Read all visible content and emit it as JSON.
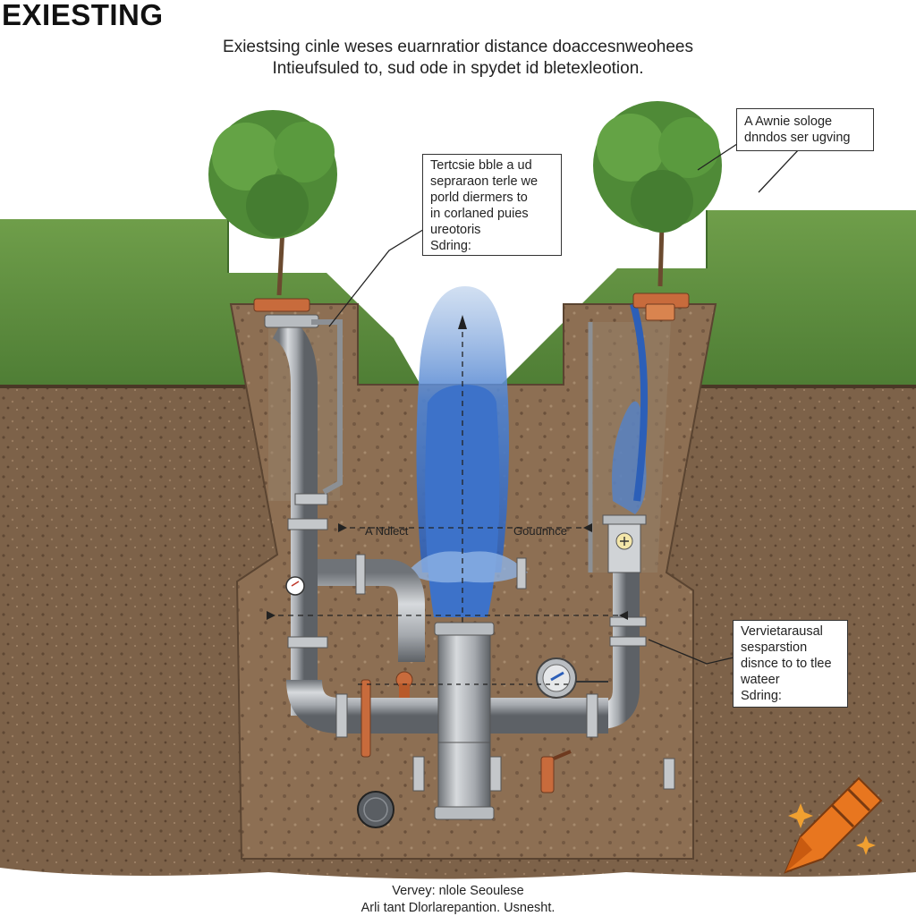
{
  "header": {
    "title": "EXIESTING",
    "subtitle_line1": "Exiestsing cinle weses euarnratior distance doaccesnweohees",
    "subtitle_line2": "Intieufsuled to, sud ode in spydet id bletexleotion."
  },
  "callouts": {
    "center": [
      "Tertcsie bble a ud",
      "sepraraon terle we",
      "porld diermers to",
      "in corlaned puies",
      "ureotoris",
      "Sdring:"
    ],
    "top_right": [
      "A Awnie sologe",
      "dnndos ser ugving"
    ],
    "right": [
      "Vervietarausal",
      "sesparstion",
      "disnce to to tlee",
      "wateer",
      "Sdring:"
    ]
  },
  "dimensions": {
    "left_label": "A Ndlect",
    "right_label": "Gouunnce"
  },
  "footer": {
    "line1": "Vervey: nlole Seoulese",
    "line2": "Arli tant Dlorlarepantion. Usnesht."
  },
  "colors": {
    "grass": "#6f9e4a",
    "soil": "#7a5f45",
    "trench": "#8a6f55",
    "pipe": "#a9adb2",
    "water": "#3d72c9",
    "crayon": "#e8761f"
  },
  "icons": [
    "tree-icon",
    "gauge-icon",
    "valve-icon",
    "manhole-cover-icon",
    "crayon-icon",
    "sparkle-icon"
  ]
}
